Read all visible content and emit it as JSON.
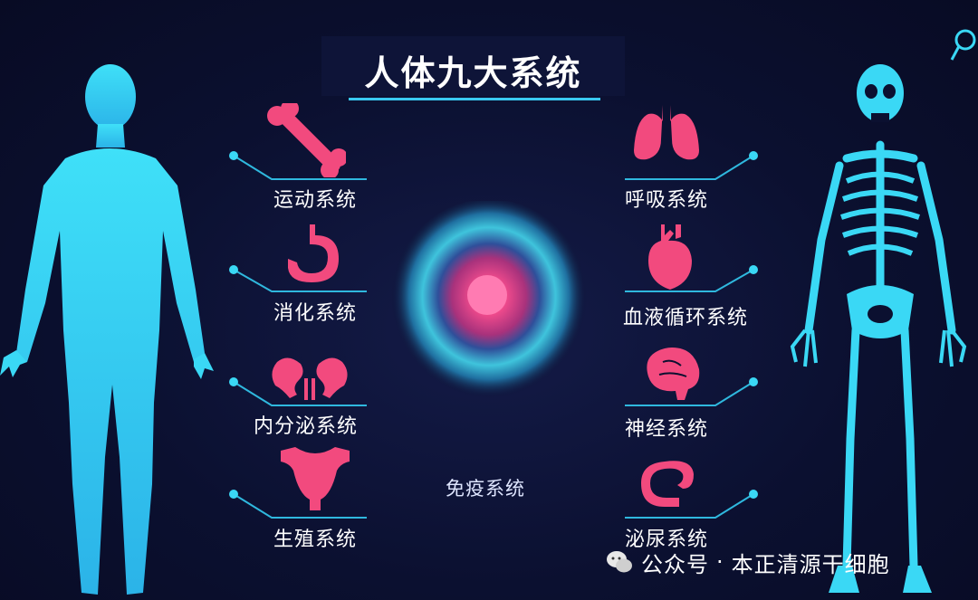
{
  "title": "人体九大系统",
  "systems_left": [
    {
      "label": "运动系统",
      "icon": "bone-icon"
    },
    {
      "label": "消化系统",
      "icon": "stomach-icon"
    },
    {
      "label": "内分泌系统",
      "icon": "kidney-icon"
    },
    {
      "label": "生殖系统",
      "icon": "uterus-icon"
    }
  ],
  "systems_right": [
    {
      "label": "呼吸系统",
      "icon": "lungs-icon"
    },
    {
      "label": "血液循环系统",
      "icon": "heart-icon"
    },
    {
      "label": "神经系统",
      "icon": "brain-icon"
    },
    {
      "label": "泌尿系统",
      "icon": "intestine-icon"
    }
  ],
  "center": {
    "label": "免疫系统",
    "icon": "immune-cell-icon"
  },
  "figures": {
    "left": "human-silhouette",
    "right": "skeleton"
  },
  "watermark": {
    "dot": "·",
    "account": "公众号",
    "name": "本正清源干细胞"
  },
  "colors": {
    "background": "#0b1030",
    "cyan": "#3ad8f5",
    "pink": "#f24a7e",
    "title_line": "#39c8f0"
  }
}
